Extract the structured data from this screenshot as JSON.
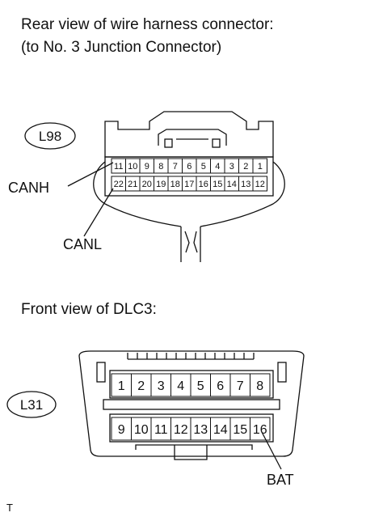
{
  "top_section": {
    "title_line1": "Rear view of wire harness connector:",
    "title_line2": "(to No. 3 Junction Connector)",
    "connector_id": "L98",
    "row1_pins": [
      "11",
      "10",
      "9",
      "8",
      "7",
      "6",
      "5",
      "4",
      "3",
      "2",
      "1"
    ],
    "row2_pins": [
      "22",
      "21",
      "20",
      "19",
      "18",
      "17",
      "16",
      "15",
      "14",
      "13",
      "12"
    ],
    "label_canh": "CANH",
    "label_canl": "CANL"
  },
  "bottom_section": {
    "title": "Front view of DLC3:",
    "connector_id": "L31",
    "row1_pins": [
      "1",
      "2",
      "3",
      "4",
      "5",
      "6",
      "7",
      "8"
    ],
    "row2_pins": [
      "9",
      "10",
      "11",
      "12",
      "13",
      "14",
      "15",
      "16"
    ],
    "label_bat": "BAT"
  },
  "footer": {
    "mark": "T"
  }
}
